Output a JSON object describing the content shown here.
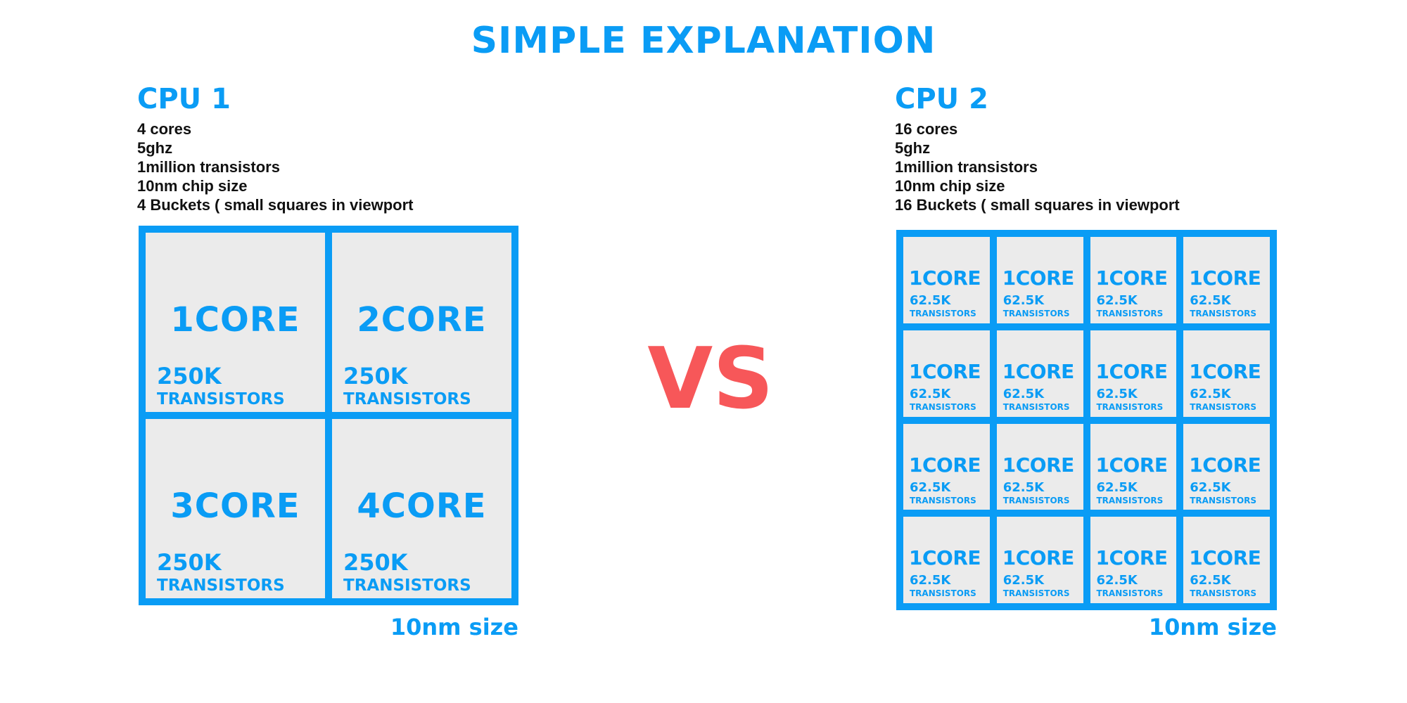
{
  "title": "SIMPLE EXPLANATION",
  "vs_label": "VS",
  "colors": {
    "accent": "#0a9cf5",
    "vs": "#f75759",
    "cell_bg": "#ebebeb",
    "spec_text": "#111111"
  },
  "cpu1": {
    "name": "CPU 1",
    "specs": [
      "4 cores",
      "5ghz",
      "1million transistors",
      "10nm chip size",
      "4 Buckets ( small squares in viewport"
    ],
    "cores": [
      {
        "label": "1CORE",
        "count": "250K",
        "unit": "TRANSISTORS"
      },
      {
        "label": "2CORE",
        "count": "250K",
        "unit": "TRANSISTORS"
      },
      {
        "label": "3CORE",
        "count": "250K",
        "unit": "TRANSISTORS"
      },
      {
        "label": "4CORE",
        "count": "250K",
        "unit": "TRANSISTORS"
      }
    ],
    "size_label": "10nm size"
  },
  "cpu2": {
    "name": "CPU 2",
    "specs": [
      "16 cores",
      "5ghz",
      "1million transistors",
      "10nm chip size",
      "16 Buckets ( small squares in viewport"
    ],
    "core": {
      "label": "1CORE",
      "count": "62.5K",
      "unit": "TRANSISTORS"
    },
    "core_count": 16,
    "size_label": "10nm size"
  }
}
